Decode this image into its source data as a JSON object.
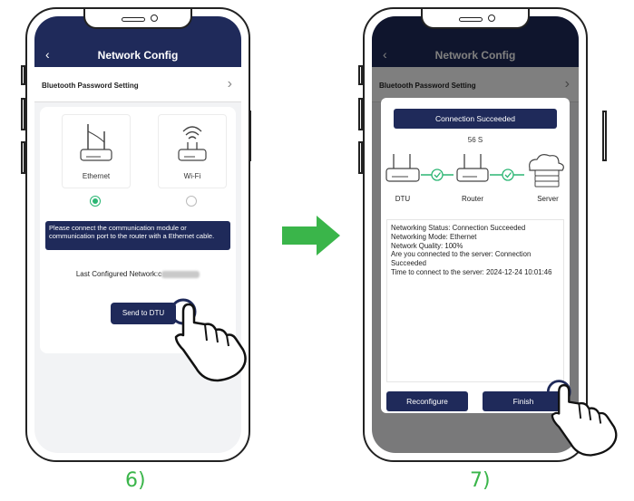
{
  "left_phone": {
    "header_title": "Network Config",
    "back_glyph": "‹",
    "bluetooth_row_label": "Bluetooth Password Setting",
    "bluetooth_row_chevron": "›",
    "options": [
      {
        "label": "Ethernet",
        "icon": "ethernet-router-icon",
        "selected": true
      },
      {
        "label": "Wi-Fi",
        "icon": "wifi-router-icon",
        "selected": false
      }
    ],
    "banner_text": "Please connect the communication module or communication port to the router with a Ethernet cable.",
    "last_configured_label": "Last Configured Network:c",
    "send_button": "Send to DTU"
  },
  "right_phone": {
    "header_title": "Network Config",
    "back_glyph": "‹",
    "bluetooth_row_label": "Bluetooth Password Setting",
    "bluetooth_row_chevron": "›",
    "status_banner": "Connection Succeeded",
    "countdown": "56 S",
    "nodes": [
      "DTU",
      "Router",
      "Server"
    ],
    "info_lines": [
      "Networking Status: Connection Succeeded",
      "Networking Mode: Ethernet",
      "Network Quality: 100%",
      "Are you connected to the server: Connection Succeeded",
      "Time to connect to the server: 2024-12-24 10:01:46"
    ],
    "reconfigure_button": "Reconfigure",
    "finish_button": "Finish"
  },
  "captions": {
    "left": "6)",
    "right": "7)"
  },
  "colors": {
    "navy": "#1f2a5a",
    "green": "#2bb673",
    "arrow_green": "#3ab54a"
  }
}
